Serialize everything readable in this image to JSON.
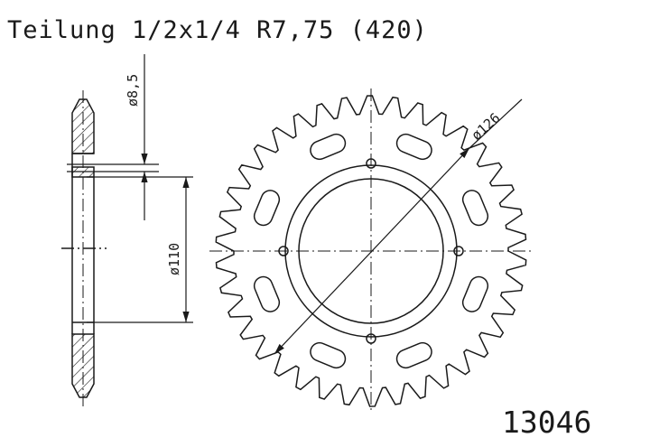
{
  "title": "Teilung 1/2x1/4 R7,75 (420)",
  "part_number": "13046",
  "dimensions": {
    "bolt_hole": "ø8,5",
    "bolt_circle": "ø110",
    "outer_diameter": "ø126"
  },
  "colors": {
    "line": "#1a1a1a",
    "background": "#ffffff"
  }
}
